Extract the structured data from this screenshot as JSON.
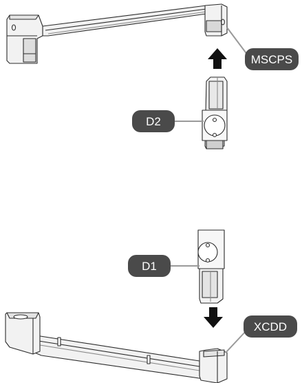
{
  "labels": {
    "top_rail": "MSCPS",
    "upper_bracket": "D2",
    "lower_bracket": "D1",
    "bottom_rail": "XCDD"
  },
  "colors": {
    "callout_fill": "#4a4a4a",
    "leader_line": "#9a9a9a",
    "part_fill": "#f2f2f2",
    "part_shade": "#cfcfcf",
    "part_outline": "#2b2b2b",
    "arrow": "#111111"
  },
  "arrows": [
    {
      "name": "arrow-up-icon",
      "direction": "up"
    },
    {
      "name": "arrow-down-icon",
      "direction": "down"
    }
  ]
}
